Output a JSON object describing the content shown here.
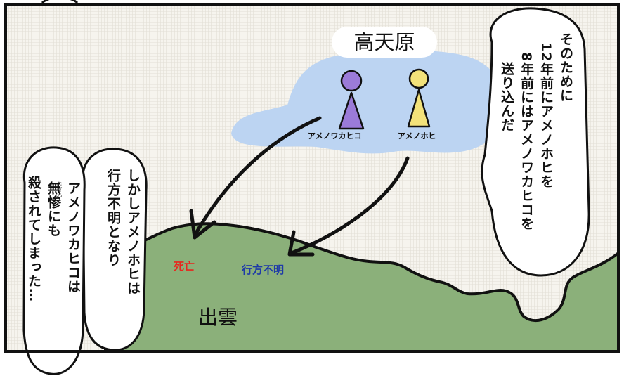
{
  "scene": {
    "heaven": {
      "name": "高天原"
    },
    "earth": {
      "name": "出雲"
    },
    "figures": [
      {
        "name": "アメノワカヒコ",
        "color": "#9b7bd8"
      },
      {
        "name": "アメノホヒ",
        "color": "#f3e27a"
      }
    ],
    "fates": [
      {
        "text": "死亡",
        "color": "#e8261e"
      },
      {
        "text": "行方不明",
        "color": "#1e3aa8"
      }
    ]
  },
  "bubbles": {
    "right": [
      "そのために",
      "12年前にアメノホヒを",
      "8年前にはアメノワカヒコを",
      "送り込んだ"
    ],
    "left_a": [
      "しかしアメノホヒは",
      "行方不明となり"
    ],
    "left_b": [
      "アメノワカヒコは",
      "無惨にも",
      "殺されてしまった…"
    ],
    "ruby": "むざん"
  },
  "colors": {
    "panel_bg": "#f3f1ea",
    "cloud": "#bcd4f2",
    "ground": "#8bb07a",
    "ink": "#111111"
  }
}
